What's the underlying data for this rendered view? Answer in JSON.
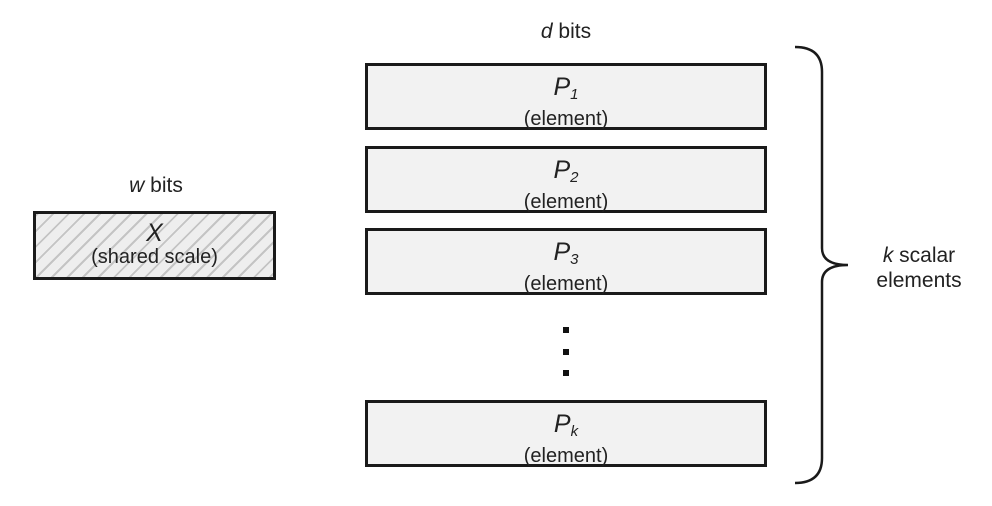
{
  "shared": {
    "width_var": "w",
    "width_unit": " bits",
    "name": "X",
    "desc": "(shared scale)"
  },
  "elements": {
    "width_var": "d",
    "width_unit": " bits",
    "items": [
      {
        "name": "P",
        "sub": "1",
        "desc": "(element)"
      },
      {
        "name": "P",
        "sub": "2",
        "desc": "(element)"
      },
      {
        "name": "P",
        "sub": "3",
        "desc": "(element)"
      },
      {
        "name": "P",
        "sub": "k",
        "desc": "(element)"
      }
    ]
  },
  "brace_label": {
    "var": "k",
    "line1_rest": " scalar",
    "line2": "elements"
  },
  "colors": {
    "box_fill": "#f2f2f2",
    "hatch": "#c4c4c4",
    "stroke": "#1a1a1a"
  }
}
